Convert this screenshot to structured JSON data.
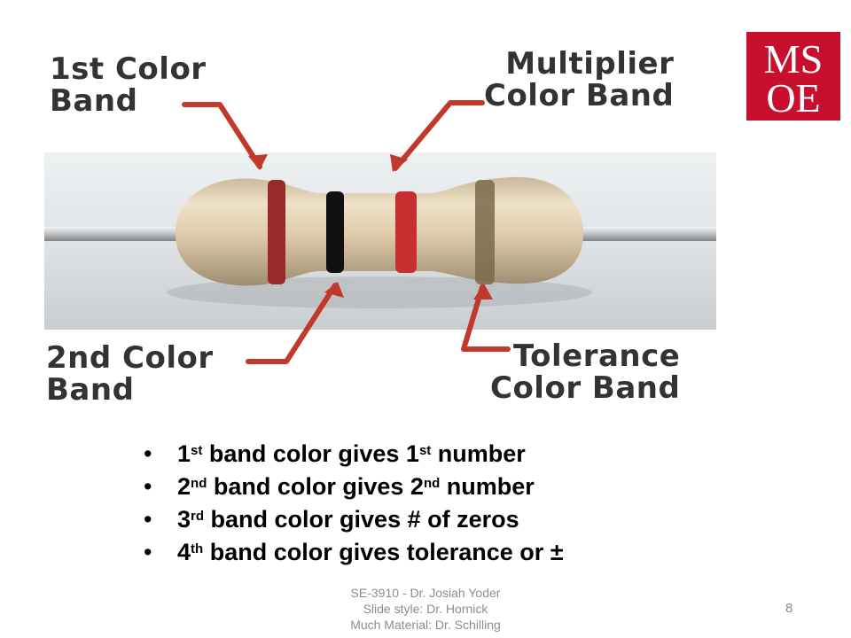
{
  "logo": {
    "line1": "MS",
    "line2": "OE",
    "color": "#c8102e"
  },
  "figure": {
    "labels": {
      "first_band": "1st Color\nBand",
      "multiplier": "Multiplier\nColor Band",
      "second_band": "2nd Color\nBand",
      "tolerance": "Tolerance\nColor Band"
    },
    "band_colors": {
      "first": "#9a2a2a",
      "second": "#111111",
      "multiplier": "#c63030",
      "tolerance": "#7a6a4a"
    },
    "arrow_color": "#c0392b"
  },
  "bullets": [
    {
      "n": "1",
      "sup": "st",
      "text": " band color gives 1",
      "sup2": "st",
      "tail": " number"
    },
    {
      "n": "2",
      "sup": "nd",
      "text": " band color gives 2",
      "sup2": "nd",
      "tail": " number"
    },
    {
      "n": "3",
      "sup": "rd",
      "text": " band color gives # of zeros",
      "sup2": "",
      "tail": ""
    },
    {
      "n": "4",
      "sup": "th",
      "text": " band color gives tolerance or ±",
      "sup2": "",
      "tail": ""
    }
  ],
  "footer": {
    "line1": "SE-3910  - Dr. Josiah Yoder",
    "line2": "Slide style: Dr. Hornick",
    "line3": "Much Material: Dr. Schilling"
  },
  "page_number": "8"
}
